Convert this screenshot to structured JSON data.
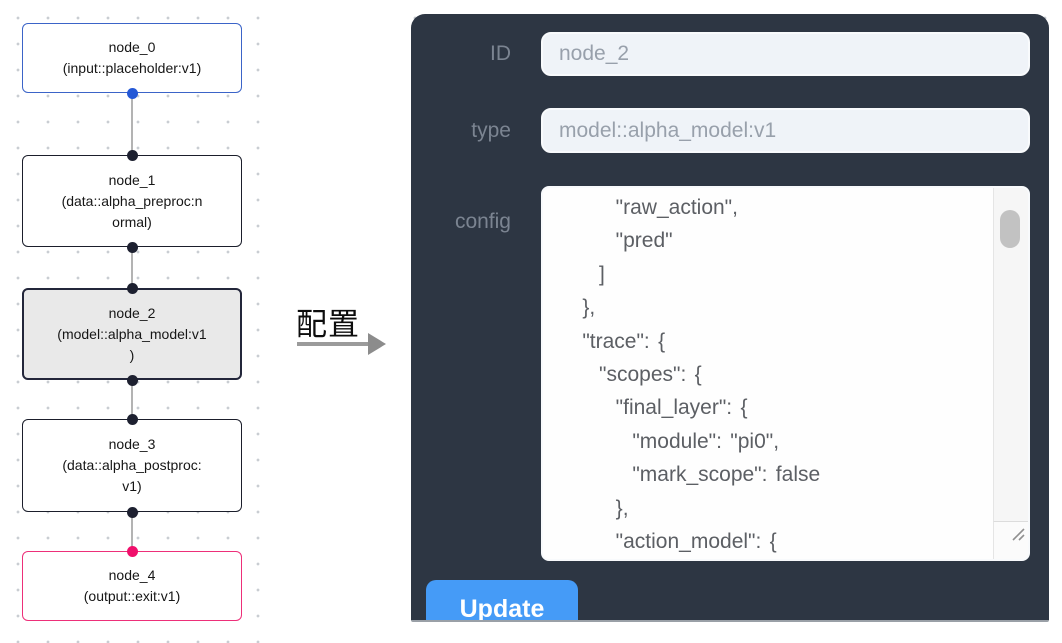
{
  "canvas": {
    "nodes": [
      {
        "title": "node_0",
        "subtitle": "(input::placeholder:v1)"
      },
      {
        "title": "node_1",
        "subtitle": "(data::alpha_preproc:n\normal)"
      },
      {
        "title": "node_2",
        "subtitle": "(model::alpha_model:v1\n)"
      },
      {
        "title": "node_3",
        "subtitle": "(data::alpha_postproc:\nv1)"
      },
      {
        "title": "node_4",
        "subtitle": "(output::exit:v1)"
      }
    ]
  },
  "annotation": {
    "label": "配置"
  },
  "panel": {
    "id_label": "ID",
    "id_value": "node_2",
    "type_label": "type",
    "type_value": "model::alpha_model:v1",
    "config_label": "config",
    "config_json": "        \"raw_action\",\n        \"pred\"\n      ]\n    },\n    \"trace\": {\n      \"scopes\": {\n        \"final_layer\": {\n          \"module\": \"pi0\",\n          \"mark_scope\": false\n        },\n        \"action_model\": {",
    "update_label": "Update"
  },
  "colors": {
    "panel_background": "#2d3643",
    "update_button": "#459bf7",
    "input_node_accent": "#3b64c8",
    "output_node_accent": "#ed2f79",
    "input_port_dot": "#2458d6",
    "output_port_dot": "#f00f6b",
    "selected_node_fill": "#e9e9e9"
  }
}
